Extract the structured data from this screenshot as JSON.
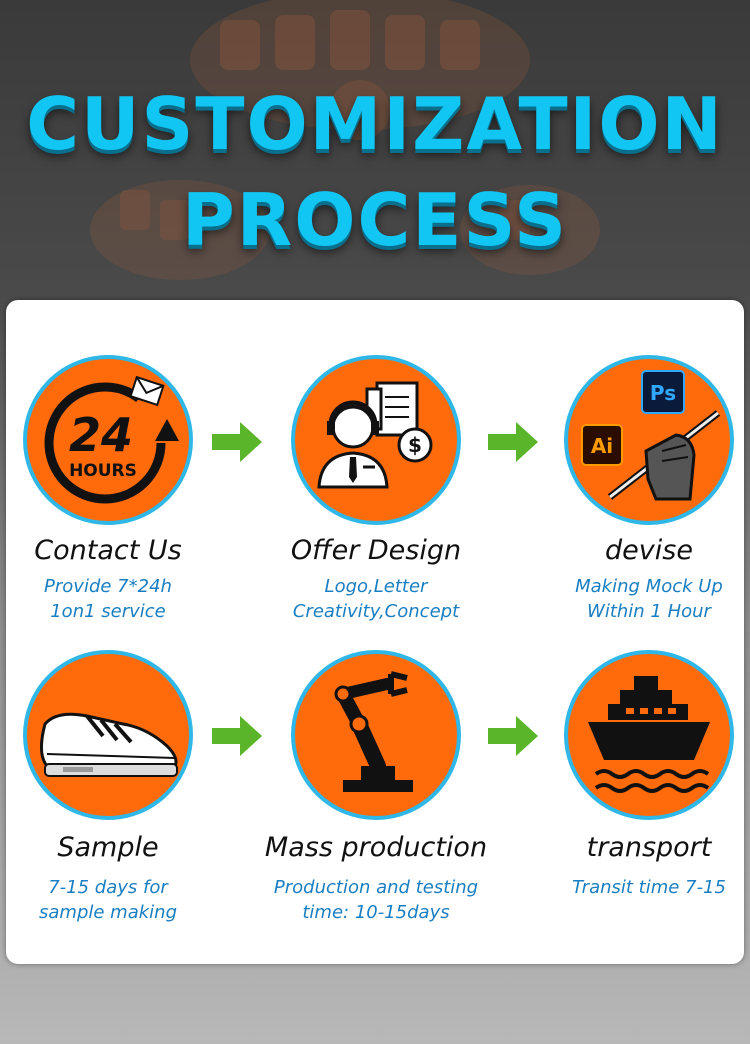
{
  "title": {
    "line1": "CUSTOMIZATION",
    "line2": "PROCESS"
  },
  "steps": [
    {
      "name": "Contact Us",
      "desc1": "Provide 7*24h",
      "desc2": "1on1 service",
      "icon": "24-hours-icon"
    },
    {
      "name": "Offer Design",
      "desc1": "Logo,Letter",
      "desc2": "Creativity,Concept",
      "icon": "designer-icon"
    },
    {
      "name": "devise",
      "desc1": "Making Mock Up",
      "desc2": "Within 1 Hour",
      "icon": "design-tools-icon"
    },
    {
      "name": "Sample",
      "desc1": "7-15 days for",
      "desc2": "sample making",
      "icon": "shoe-icon"
    },
    {
      "name": "Mass production",
      "desc1": "Production and testing",
      "desc2": "time: 10-15days",
      "icon": "robot-arm-icon"
    },
    {
      "name": "transport",
      "desc1": "Transit time 7-15",
      "desc2": "",
      "icon": "ship-icon"
    }
  ],
  "icon_text": {
    "hours_num": "24",
    "hours_word": "HOURS",
    "ps": "Ps",
    "ai": "Ai",
    "dollar": "$"
  },
  "colors": {
    "accent": "#ff6a0b",
    "ring": "#2fb7e8",
    "title": "#12c6f3",
    "desc": "#1a7fc2",
    "arrow": "#5ab52a"
  }
}
